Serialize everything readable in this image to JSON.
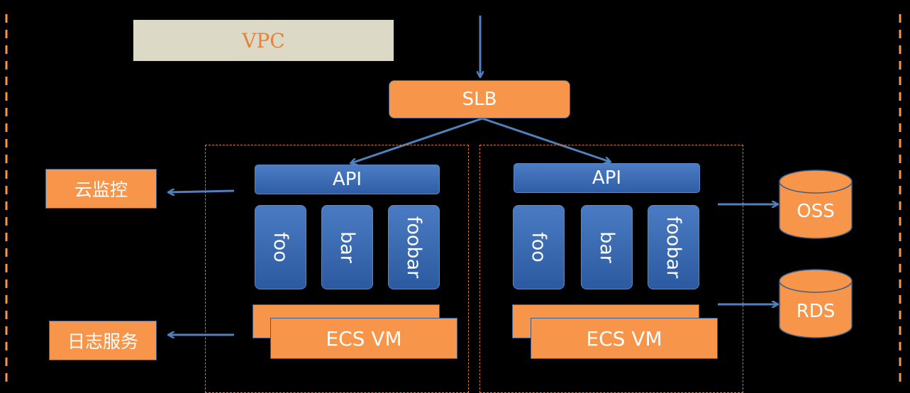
{
  "vpc": {
    "label": "VPC"
  },
  "slb": {
    "label": "SLB"
  },
  "services": {
    "monitor": "云监控",
    "logging": "日志服务"
  },
  "clusters": [
    {
      "api": "API",
      "modules": [
        "foo",
        "bar",
        "foobar"
      ],
      "ecs": "ECS VM"
    },
    {
      "api": "API",
      "modules": [
        "foo",
        "bar",
        "foobar"
      ],
      "ecs": "ECS VM"
    }
  ],
  "storage": {
    "oss": "OSS",
    "rds": "RDS"
  },
  "colors": {
    "orange": "#f7964a",
    "blue": "#2f5ea6",
    "arrow": "#4f81bd",
    "border": "#d9782f"
  }
}
